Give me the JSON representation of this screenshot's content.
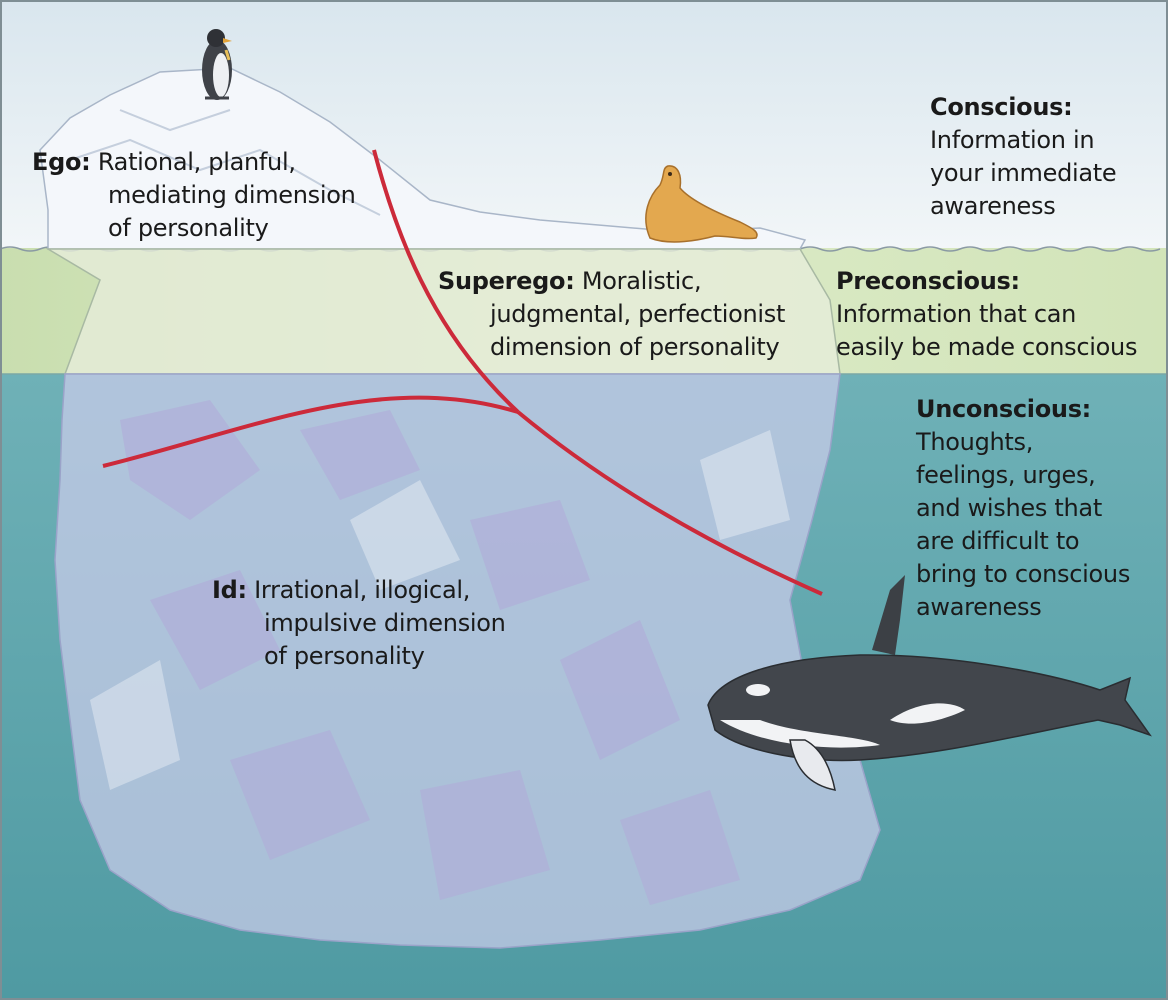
{
  "colors": {
    "sky": "#e8f0f5",
    "preconscious_band": "#d6e6bf",
    "water": "#5fa7ad",
    "iceberg": "#cfd3ec",
    "divider_line": "#cc2a3a"
  },
  "icons": [
    "penguin-icon",
    "seal-icon",
    "orca-icon"
  ],
  "labels": {
    "ego": {
      "term": "Ego:",
      "lines": [
        "Rational, planful,",
        "mediating dimension",
        "of personality"
      ]
    },
    "superego": {
      "term": "Superego:",
      "lines": [
        "Moralistic,",
        "judgmental, perfectionist",
        "dimension of personality"
      ]
    },
    "id": {
      "term": "Id:",
      "lines": [
        "Irrational, illogical,",
        "impulsive dimension",
        "of personality"
      ]
    },
    "conscious": {
      "term": "Conscious:",
      "lines": [
        "Information in",
        "your immediate",
        "awareness"
      ]
    },
    "preconscious": {
      "term": "Preconscious:",
      "lines": [
        "Information that can",
        "easily be made conscious"
      ]
    },
    "unconscious": {
      "term": "Unconscious:",
      "lines": [
        "Thoughts,",
        "feelings, urges,",
        "and wishes that",
        "are difficult to",
        "bring to conscious",
        "awareness"
      ]
    }
  }
}
